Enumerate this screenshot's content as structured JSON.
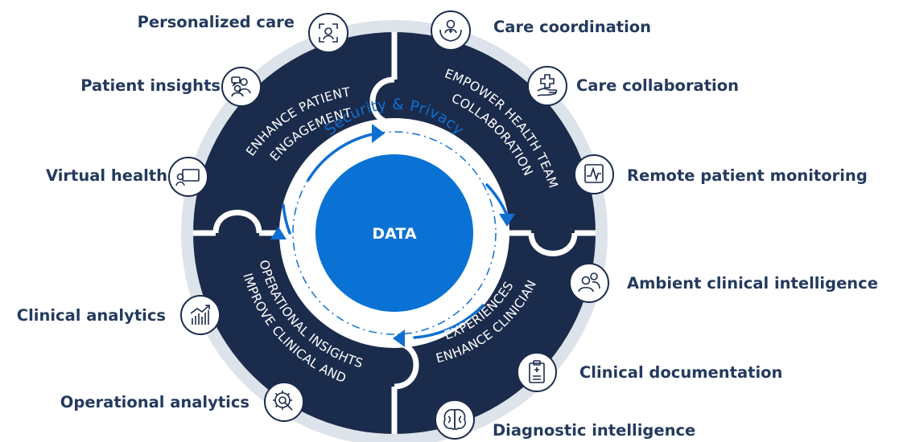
{
  "center": {
    "core_label": "DATA",
    "ring_label": "Security & Privacy"
  },
  "quadrants": [
    {
      "id": "engagement",
      "lines": [
        "ENHANCE PATIENT",
        "ENGAGEMENT"
      ]
    },
    {
      "id": "collaboration",
      "lines": [
        "EMPOWER HEALTH TEAM",
        "COLLABORATION"
      ]
    },
    {
      "id": "clinician",
      "lines": [
        "ENHANCE CLINICIAN",
        "EXPERIENCES"
      ]
    },
    {
      "id": "insights",
      "lines": [
        "IMPROVE CLINICAL AND",
        "OPERATIONAL INSIGHTS"
      ]
    }
  ],
  "capabilities": [
    {
      "label": "Personalized care",
      "icon": "face-scan-icon"
    },
    {
      "label": "Patient insights",
      "icon": "people-chat-icon"
    },
    {
      "label": "Virtual health",
      "icon": "virtual-presenter-icon"
    },
    {
      "label": "Care coordination",
      "icon": "person-in-hands-icon"
    },
    {
      "label": "Care collaboration",
      "icon": "hand-medical-cross-icon"
    },
    {
      "label": "Remote patient monitoring",
      "icon": "monitor-pulse-icon"
    },
    {
      "label": "Ambient clinical intelligence",
      "icon": "two-people-icon"
    },
    {
      "label": "Clinical documentation",
      "icon": "clipboard-icon"
    },
    {
      "label": "Diagnostic intelligence",
      "icon": "brain-icon"
    },
    {
      "label": "Clinical analytics",
      "icon": "bar-chart-trend-icon"
    },
    {
      "label": "Operational analytics",
      "icon": "gear-search-icon"
    }
  ],
  "colors": {
    "navy": "#1b2b4b",
    "ring_gray": "#dde3ea",
    "blue": "#0f6fd1",
    "core_blue": "#0a72d4",
    "text": "#243a5e",
    "white": "#ffffff"
  }
}
